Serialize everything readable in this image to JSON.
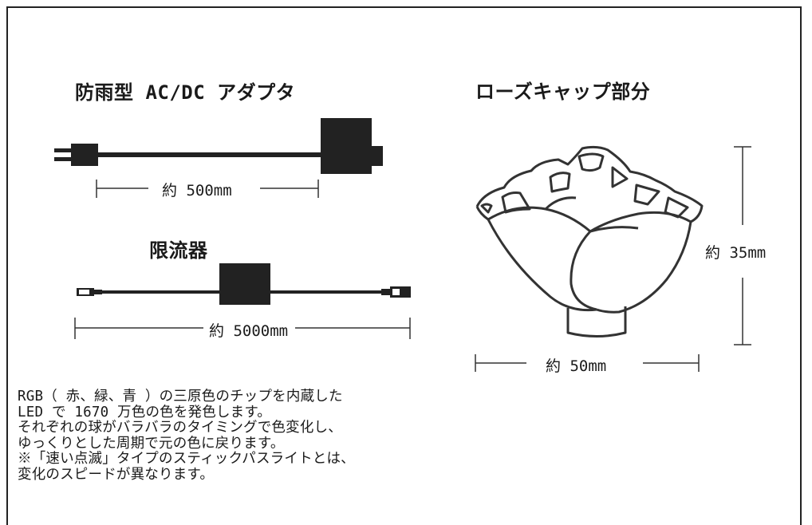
{
  "adapter": {
    "title": "防雨型 AC/DC アダプタ",
    "length_label": "約 500mm"
  },
  "limiter": {
    "title": "限流器",
    "length_label": "約 5000mm"
  },
  "rosecap": {
    "title": "ローズキャップ部分",
    "height_label": "約 35mm",
    "width_label": "約 50mm"
  },
  "description": [
    "RGB（ 赤、緑、青 ）の三原色のチップを内蔵した",
    "LED で 1670 万色の色を発色します。",
    "それぞれの球がバラバラのタイミングで色変化し、",
    "ゆっくりとした周期で元の色に戻ります。",
    "※「速い点滅」タイプのスティックパスライトとは、",
    "変化のスピードが異なります。"
  ]
}
